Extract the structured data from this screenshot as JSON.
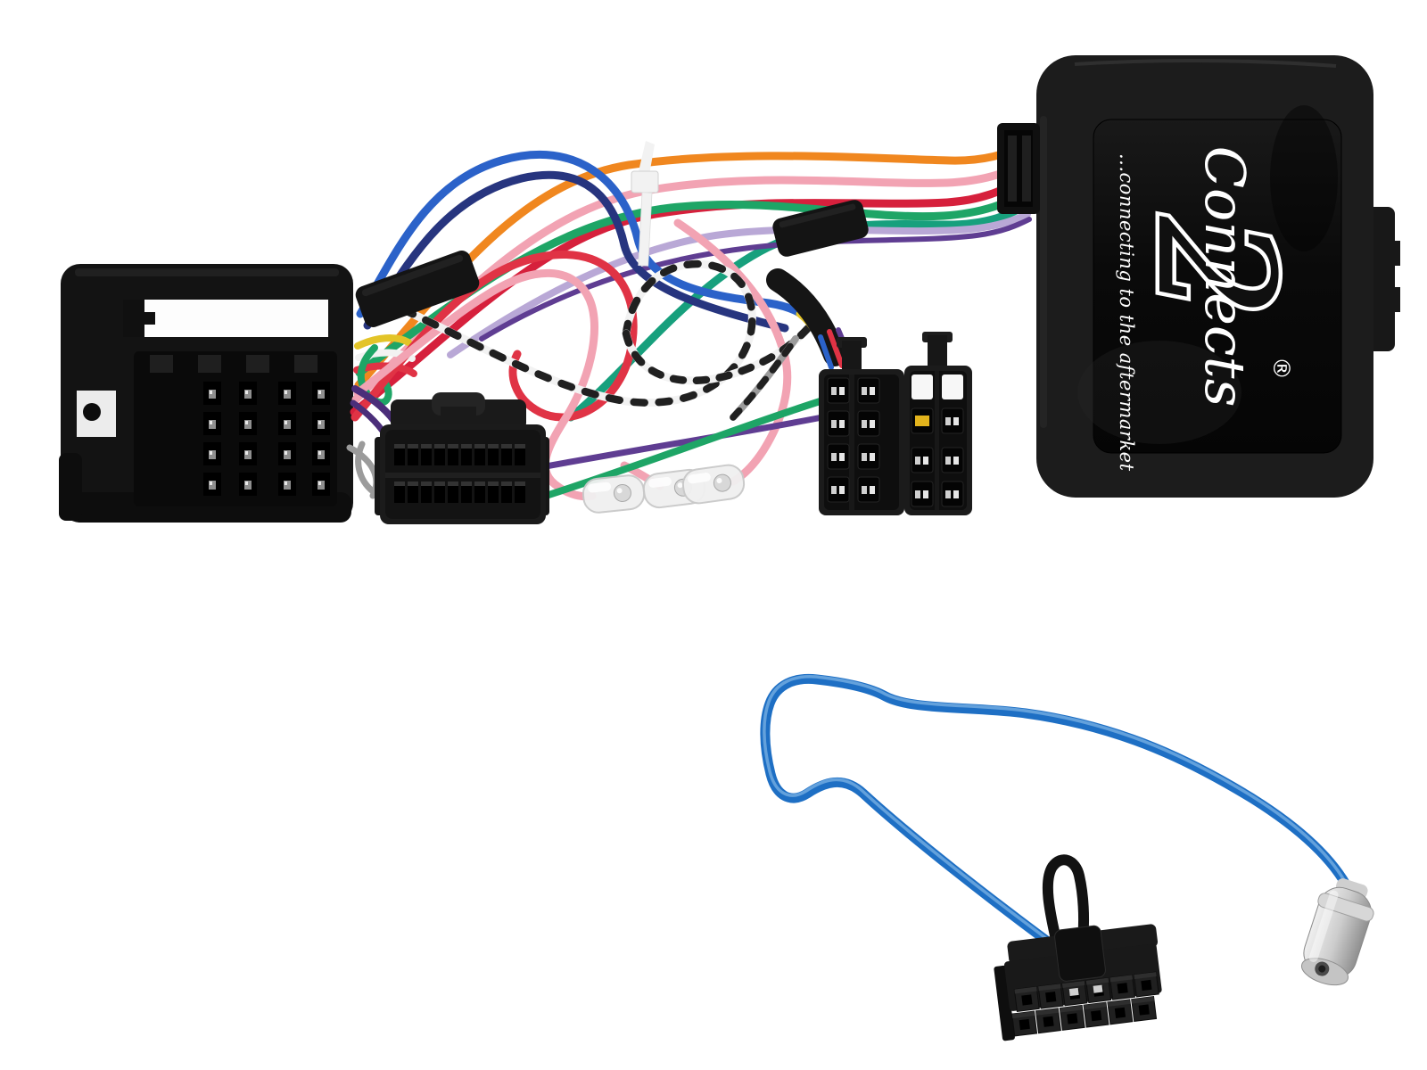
{
  "scene": {
    "background": "#ffffff",
    "type": "product-photo",
    "subject": "Connects2 steering wheel control interface harness with quadlock connector, ISO connectors, interface box and DIN antenna adapter lead"
  },
  "interface_box": {
    "script": "Connects",
    "numeral": "2",
    "registered_mark": "®",
    "tagline": "...connecting to the aftermarket",
    "body_color": "#1c1c1c",
    "label_color": "#0a0a0a",
    "logo_color": "#ffffff",
    "numeral_fill": "#101010"
  },
  "quadlock_connector": {
    "color": "#131313",
    "pin_rows": 4,
    "pin_cols": 4
  },
  "harness_connector_24pin": {
    "color": "#1b1b1b",
    "pin_rows": 2,
    "pin_cols": 10
  },
  "iso_connectors": {
    "count": 2,
    "color": "#1b1b1b",
    "pin_rows": 4,
    "pin_cols": 2
  },
  "bullet_terminals": {
    "count": 3
  },
  "antenna_adapter": {
    "cable_color": "#1e6fc4",
    "cable_highlight": "#6aa6df",
    "connector_color": "#191919",
    "connector_pin_rows": 2,
    "connector_pin_cols": 6,
    "plug_light": "#efefef",
    "plug_mid": "#cdcdcd",
    "plug_dark": "#8f8f8f"
  },
  "palette": {
    "tape_black": "#141414",
    "zip_tie_white": "#f2f2f2",
    "crimp_shell": "#f0f0f0",
    "crimp_metal": "#d8d8d8",
    "iso_yellow_contact": "#e2b31c",
    "metal_contact": "#cfcfcf"
  },
  "wires": {
    "colors": {
      "orange": "#f0871f",
      "pink": "#f2a3b3",
      "crimson": "#d6203c",
      "red": "#e03345",
      "green": "#1ea566",
      "teal": "#17a07d",
      "lilac": "#b9a8d6",
      "violet": "#5f3d92",
      "purple": "#4b2e7a",
      "blue": "#2b62c9",
      "navy": "#27357f",
      "yellow": "#e3c428",
      "white": "#f2f2f2",
      "grey": "#9b9b9b",
      "dark": "#202020"
    }
  }
}
